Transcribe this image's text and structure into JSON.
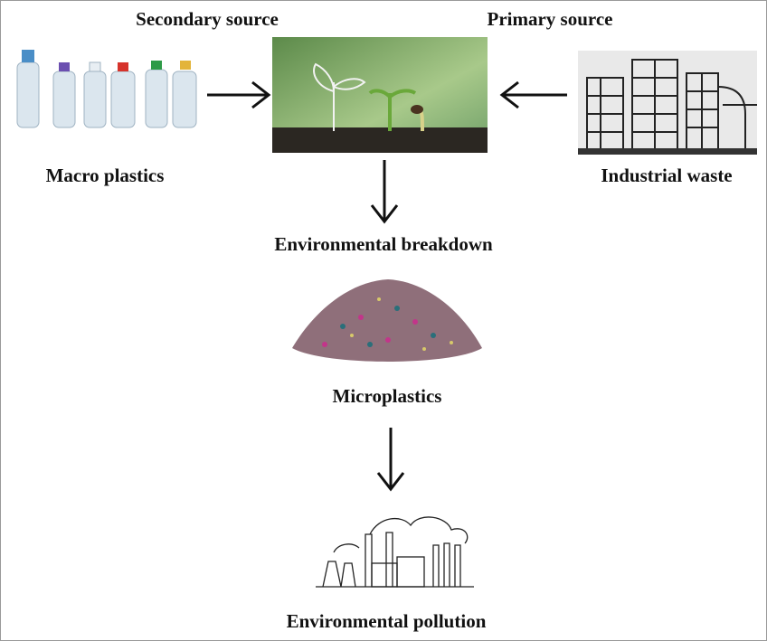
{
  "labels": {
    "secondary_source": "Secondary source",
    "primary_source": "Primary source",
    "macro_plastics": "Macro plastics",
    "industrial_waste": "Industrial waste",
    "environmental_breakdown": "Environmental breakdown",
    "microplastics": "Microplastics",
    "environmental_pollution": "Environmental pollution"
  },
  "colors": {
    "text": "#111111",
    "arrow": "#111111",
    "border": "#9a9a9a"
  }
}
